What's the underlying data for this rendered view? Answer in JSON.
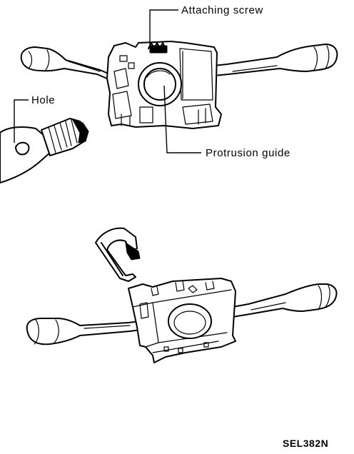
{
  "labels": {
    "attaching_screw": "Attaching screw",
    "hole": "Hole",
    "protrusion_guide": "Protrusion guide"
  },
  "figure_code": "SEL382N"
}
